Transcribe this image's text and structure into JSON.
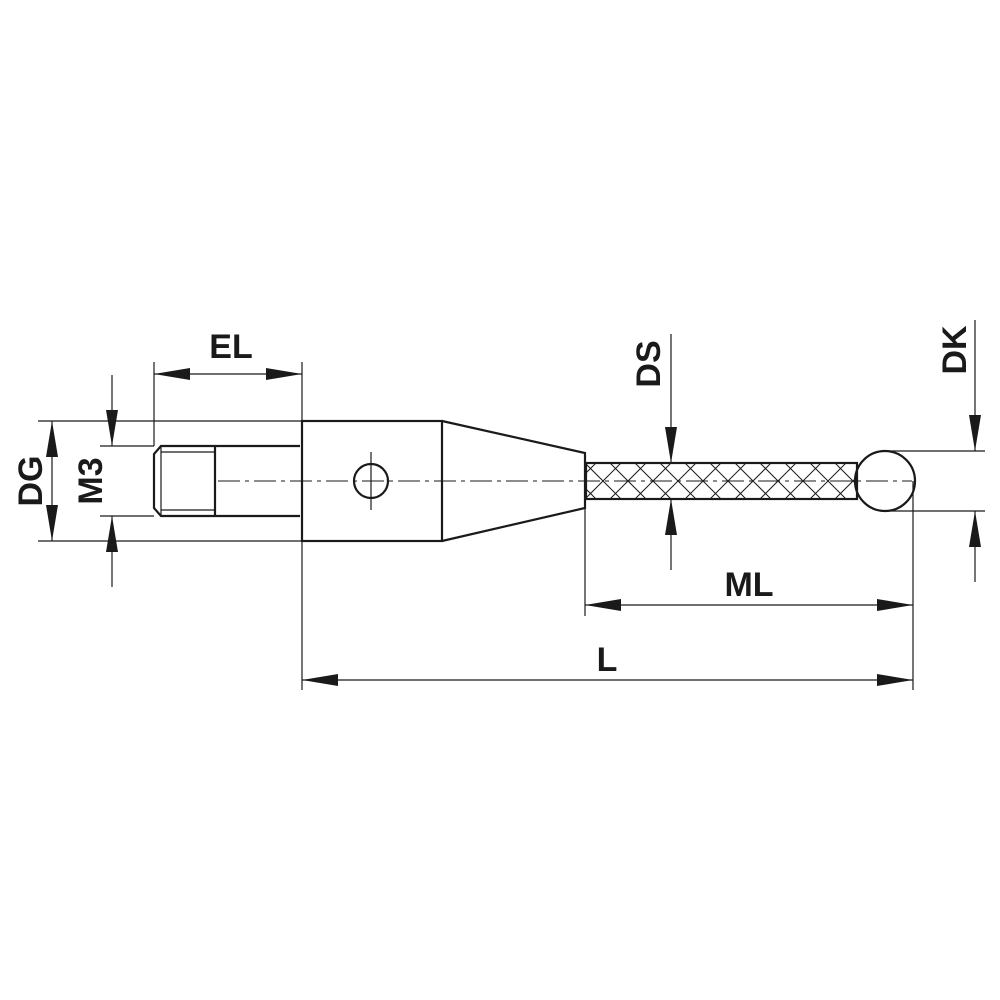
{
  "drawing": {
    "type": "technical-drawing",
    "subject": "stylus",
    "labels": {
      "el": "EL",
      "dg": "DG",
      "m3": "M3",
      "ds": "DS",
      "dk": "DK",
      "ml": "ML",
      "l": "L"
    },
    "line_color": "#1a1a1a",
    "background": "#ffffff"
  }
}
